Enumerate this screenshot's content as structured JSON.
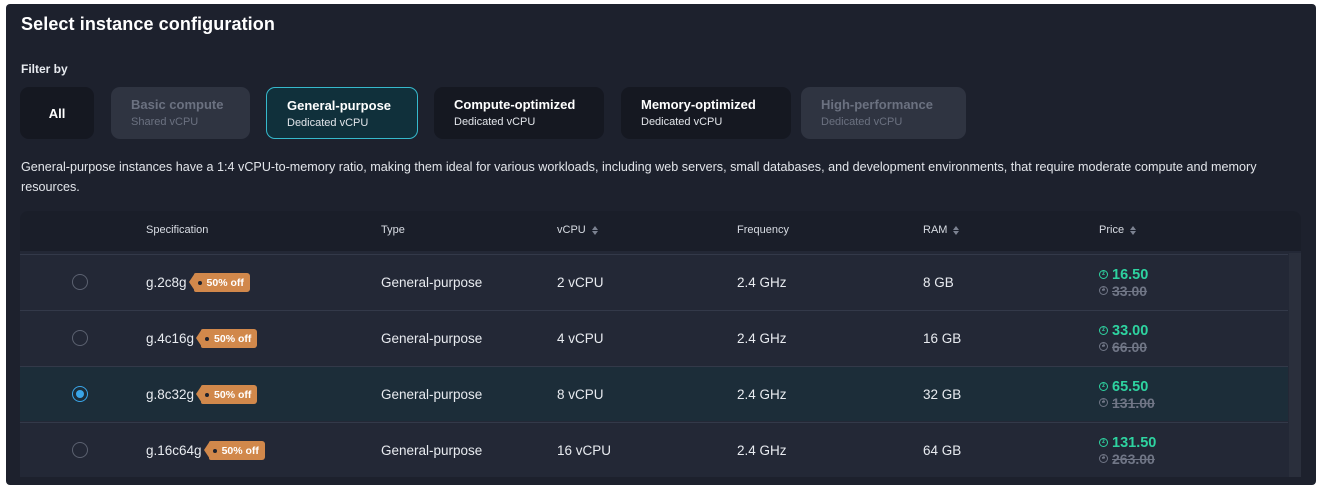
{
  "title": "Select instance configuration",
  "filter_label": "Filter by",
  "filters": [
    {
      "title": "All",
      "subtitle": "",
      "state": "normal"
    },
    {
      "title": "Basic compute",
      "subtitle": "Shared vCPU",
      "state": "disabled"
    },
    {
      "title": "General-purpose",
      "subtitle": "Dedicated vCPU",
      "state": "active"
    },
    {
      "title": "Compute-optimized",
      "subtitle": "Dedicated vCPU",
      "state": "normal"
    },
    {
      "title": "Memory-optimized",
      "subtitle": "Dedicated vCPU",
      "state": "normal"
    },
    {
      "title": "High-performance",
      "subtitle": "Dedicated vCPU",
      "state": "disabled"
    }
  ],
  "description": "General-purpose instances have a 1:4 vCPU-to-memory ratio, making them ideal for various workloads, including web servers, small databases, and development environments, that require moderate compute and memory resources.",
  "table": {
    "columns": {
      "specification": "Specification",
      "type": "Type",
      "vcpu": "vCPU",
      "frequency": "Frequency",
      "ram": "RAM",
      "price": "Price"
    },
    "rows": [
      {
        "spec": "g.2c8g",
        "badge": "50% off",
        "type": "General-purpose",
        "vcpu": "2 vCPU",
        "frequency": "2.4 GHz",
        "ram": "8 GB",
        "price": "16.50",
        "old_price": "33.00",
        "selected": false
      },
      {
        "spec": "g.4c16g",
        "badge": "50% off",
        "type": "General-purpose",
        "vcpu": "4 vCPU",
        "frequency": "2.4 GHz",
        "ram": "16 GB",
        "price": "33.00",
        "old_price": "66.00",
        "selected": false
      },
      {
        "spec": "g.8c32g",
        "badge": "50% off",
        "type": "General-purpose",
        "vcpu": "8 vCPU",
        "frequency": "2.4 GHz",
        "ram": "32 GB",
        "price": "65.50",
        "old_price": "131.00",
        "selected": true
      },
      {
        "spec": "g.16c64g",
        "badge": "50% off",
        "type": "General-purpose",
        "vcpu": "16 vCPU",
        "frequency": "2.4 GHz",
        "ram": "64 GB",
        "price": "131.50",
        "old_price": "263.00",
        "selected": false
      }
    ]
  },
  "colors": {
    "panel_bg": "#1d212d",
    "accent_border": "#36b9cc",
    "price_green": "#2ed3a0",
    "badge_orange": "#d1884b",
    "radio_blue": "#3aa5e8"
  },
  "icons": {
    "sort": "sort-arrows-icon",
    "currency": "coin-icon",
    "radio": "radio-button"
  }
}
